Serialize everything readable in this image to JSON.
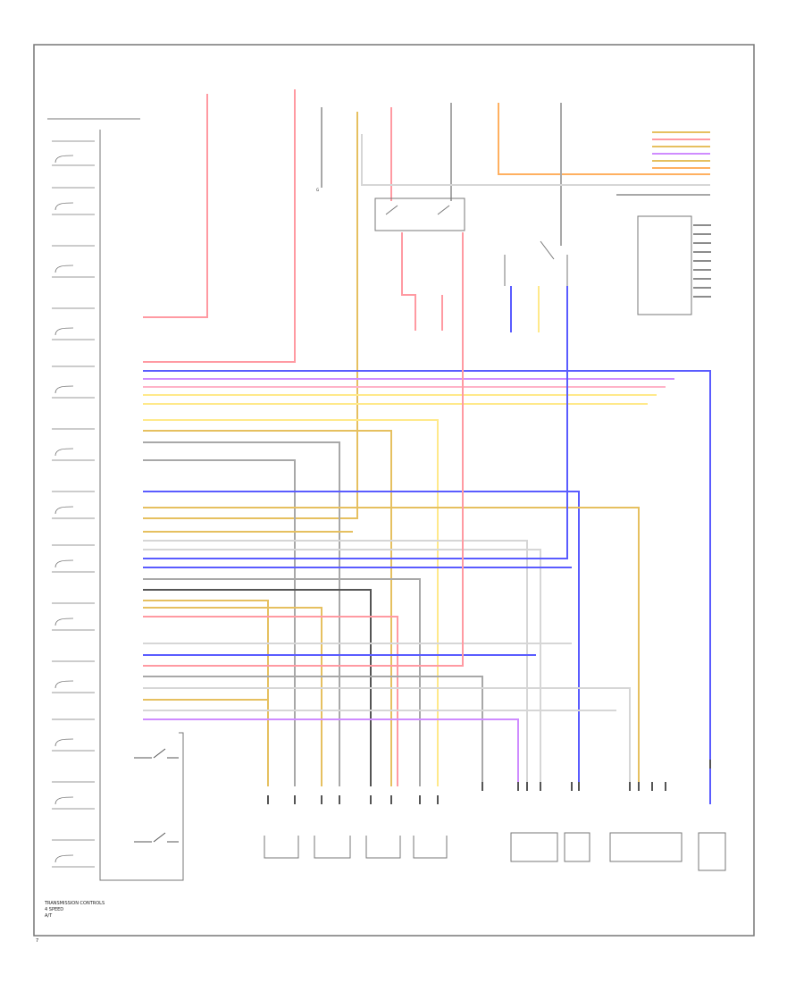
{
  "footer": {
    "title_lines": [
      "TRANSMISSION CONTROLS",
      "4 SPEED",
      "A/T"
    ],
    "page_code": "7"
  },
  "ground_note": "G",
  "wire_colors": {
    "red": "#ff9aa2",
    "pink": "#ffb3c8",
    "blue": "#5a5cff",
    "yellow": "#ffe98a",
    "tan": "#e6c060",
    "gray": "#a8a8a8",
    "dark": "#555555",
    "lightgray": "#d6d6d6",
    "violet": "#cf8cff",
    "orange": "#ffb060"
  }
}
